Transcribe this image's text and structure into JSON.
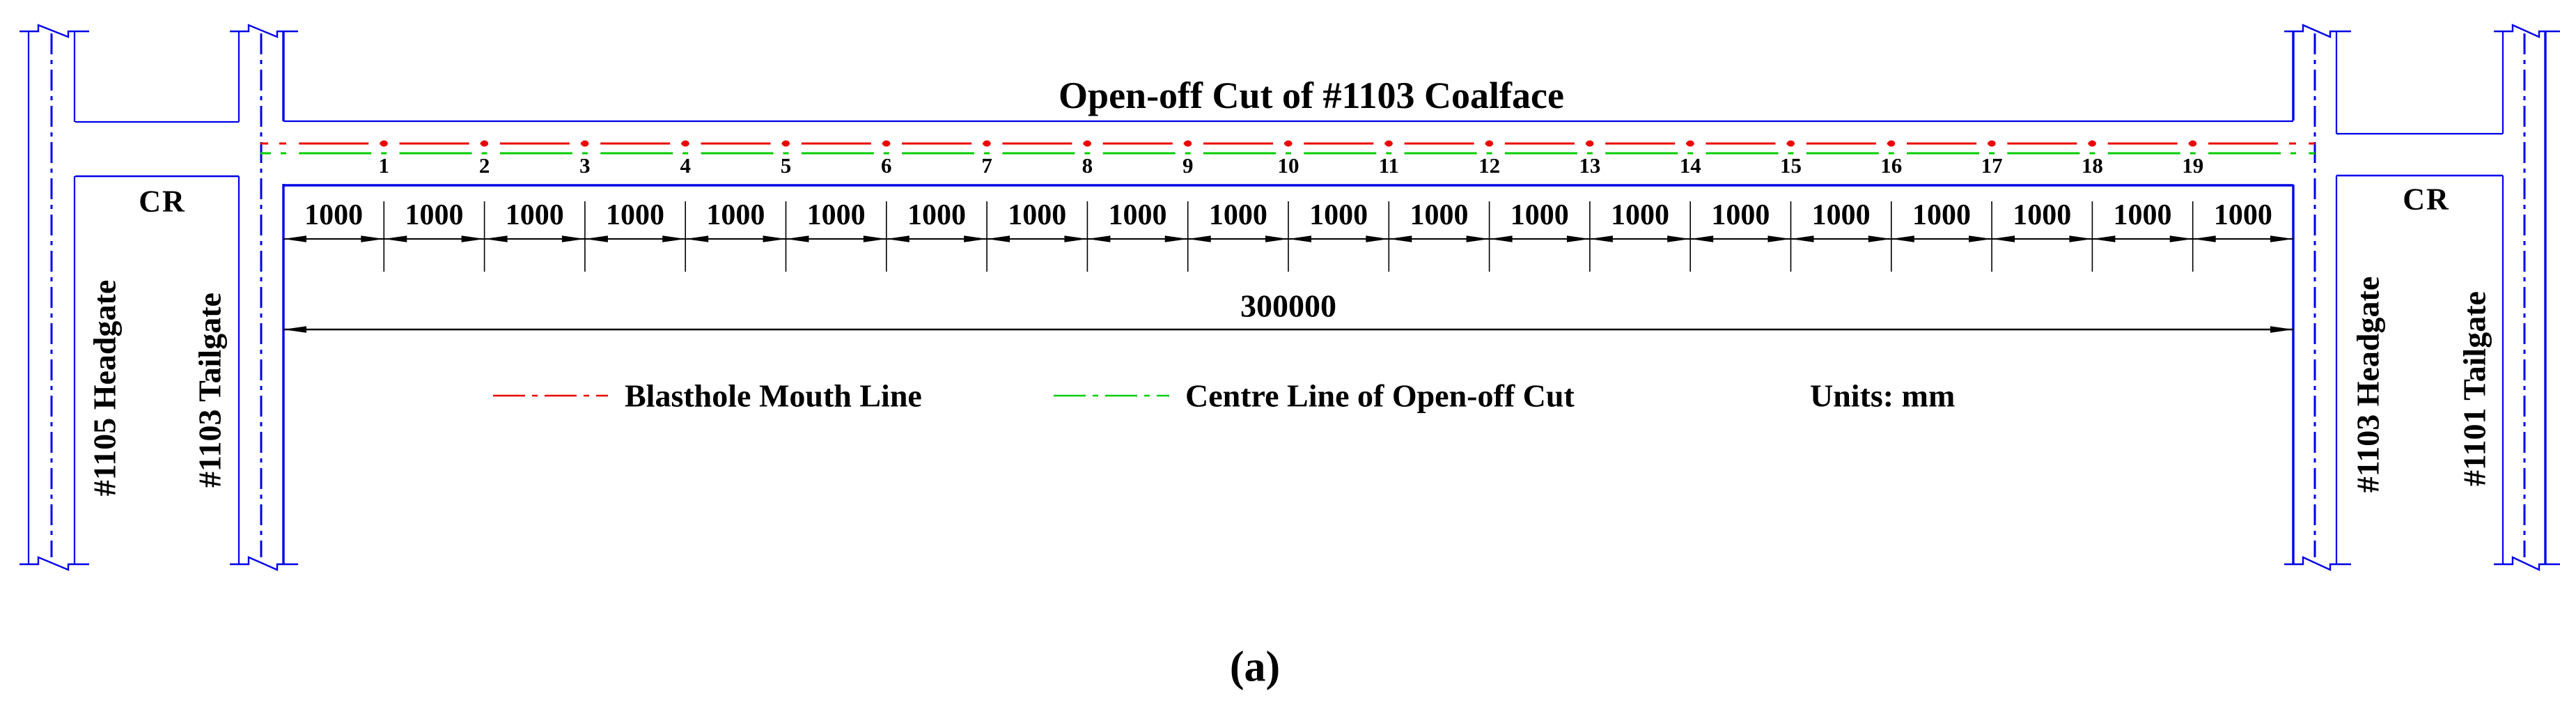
{
  "figure": {
    "title": "Open-off Cut of #1103 Coalface",
    "caption": "(a)",
    "units_note": "Units: mm"
  },
  "legend": [
    {
      "label": "Blasthole Mouth Line",
      "color": "#ec0000",
      "style": "dash-dot"
    },
    {
      "label": "Centre Line of Open-off Cut",
      "color": "#00ce00",
      "style": "dash-dot"
    }
  ],
  "left_junction": {
    "crosscut_label": "CR",
    "roadway_1": "#1105 Headgate",
    "roadway_2": "#1103 Tailgate"
  },
  "right_junction": {
    "crosscut_label": "CR",
    "roadway_1": "#1103 Headgate",
    "roadway_2": "#1101 Tailgate"
  },
  "blastholes": {
    "numbers": [
      1,
      2,
      3,
      4,
      5,
      6,
      7,
      8,
      9,
      10,
      11,
      12,
      13,
      14,
      15,
      16,
      17,
      18,
      19
    ],
    "spacing_mm": "1000",
    "spacing_count": 20,
    "total_length_mm": "300000"
  },
  "colors": {
    "roadway_blue": "#0000e8",
    "blasthole_red": "#ec0000",
    "centreline_green": "#00ce00",
    "dimension_black": "#000000"
  }
}
